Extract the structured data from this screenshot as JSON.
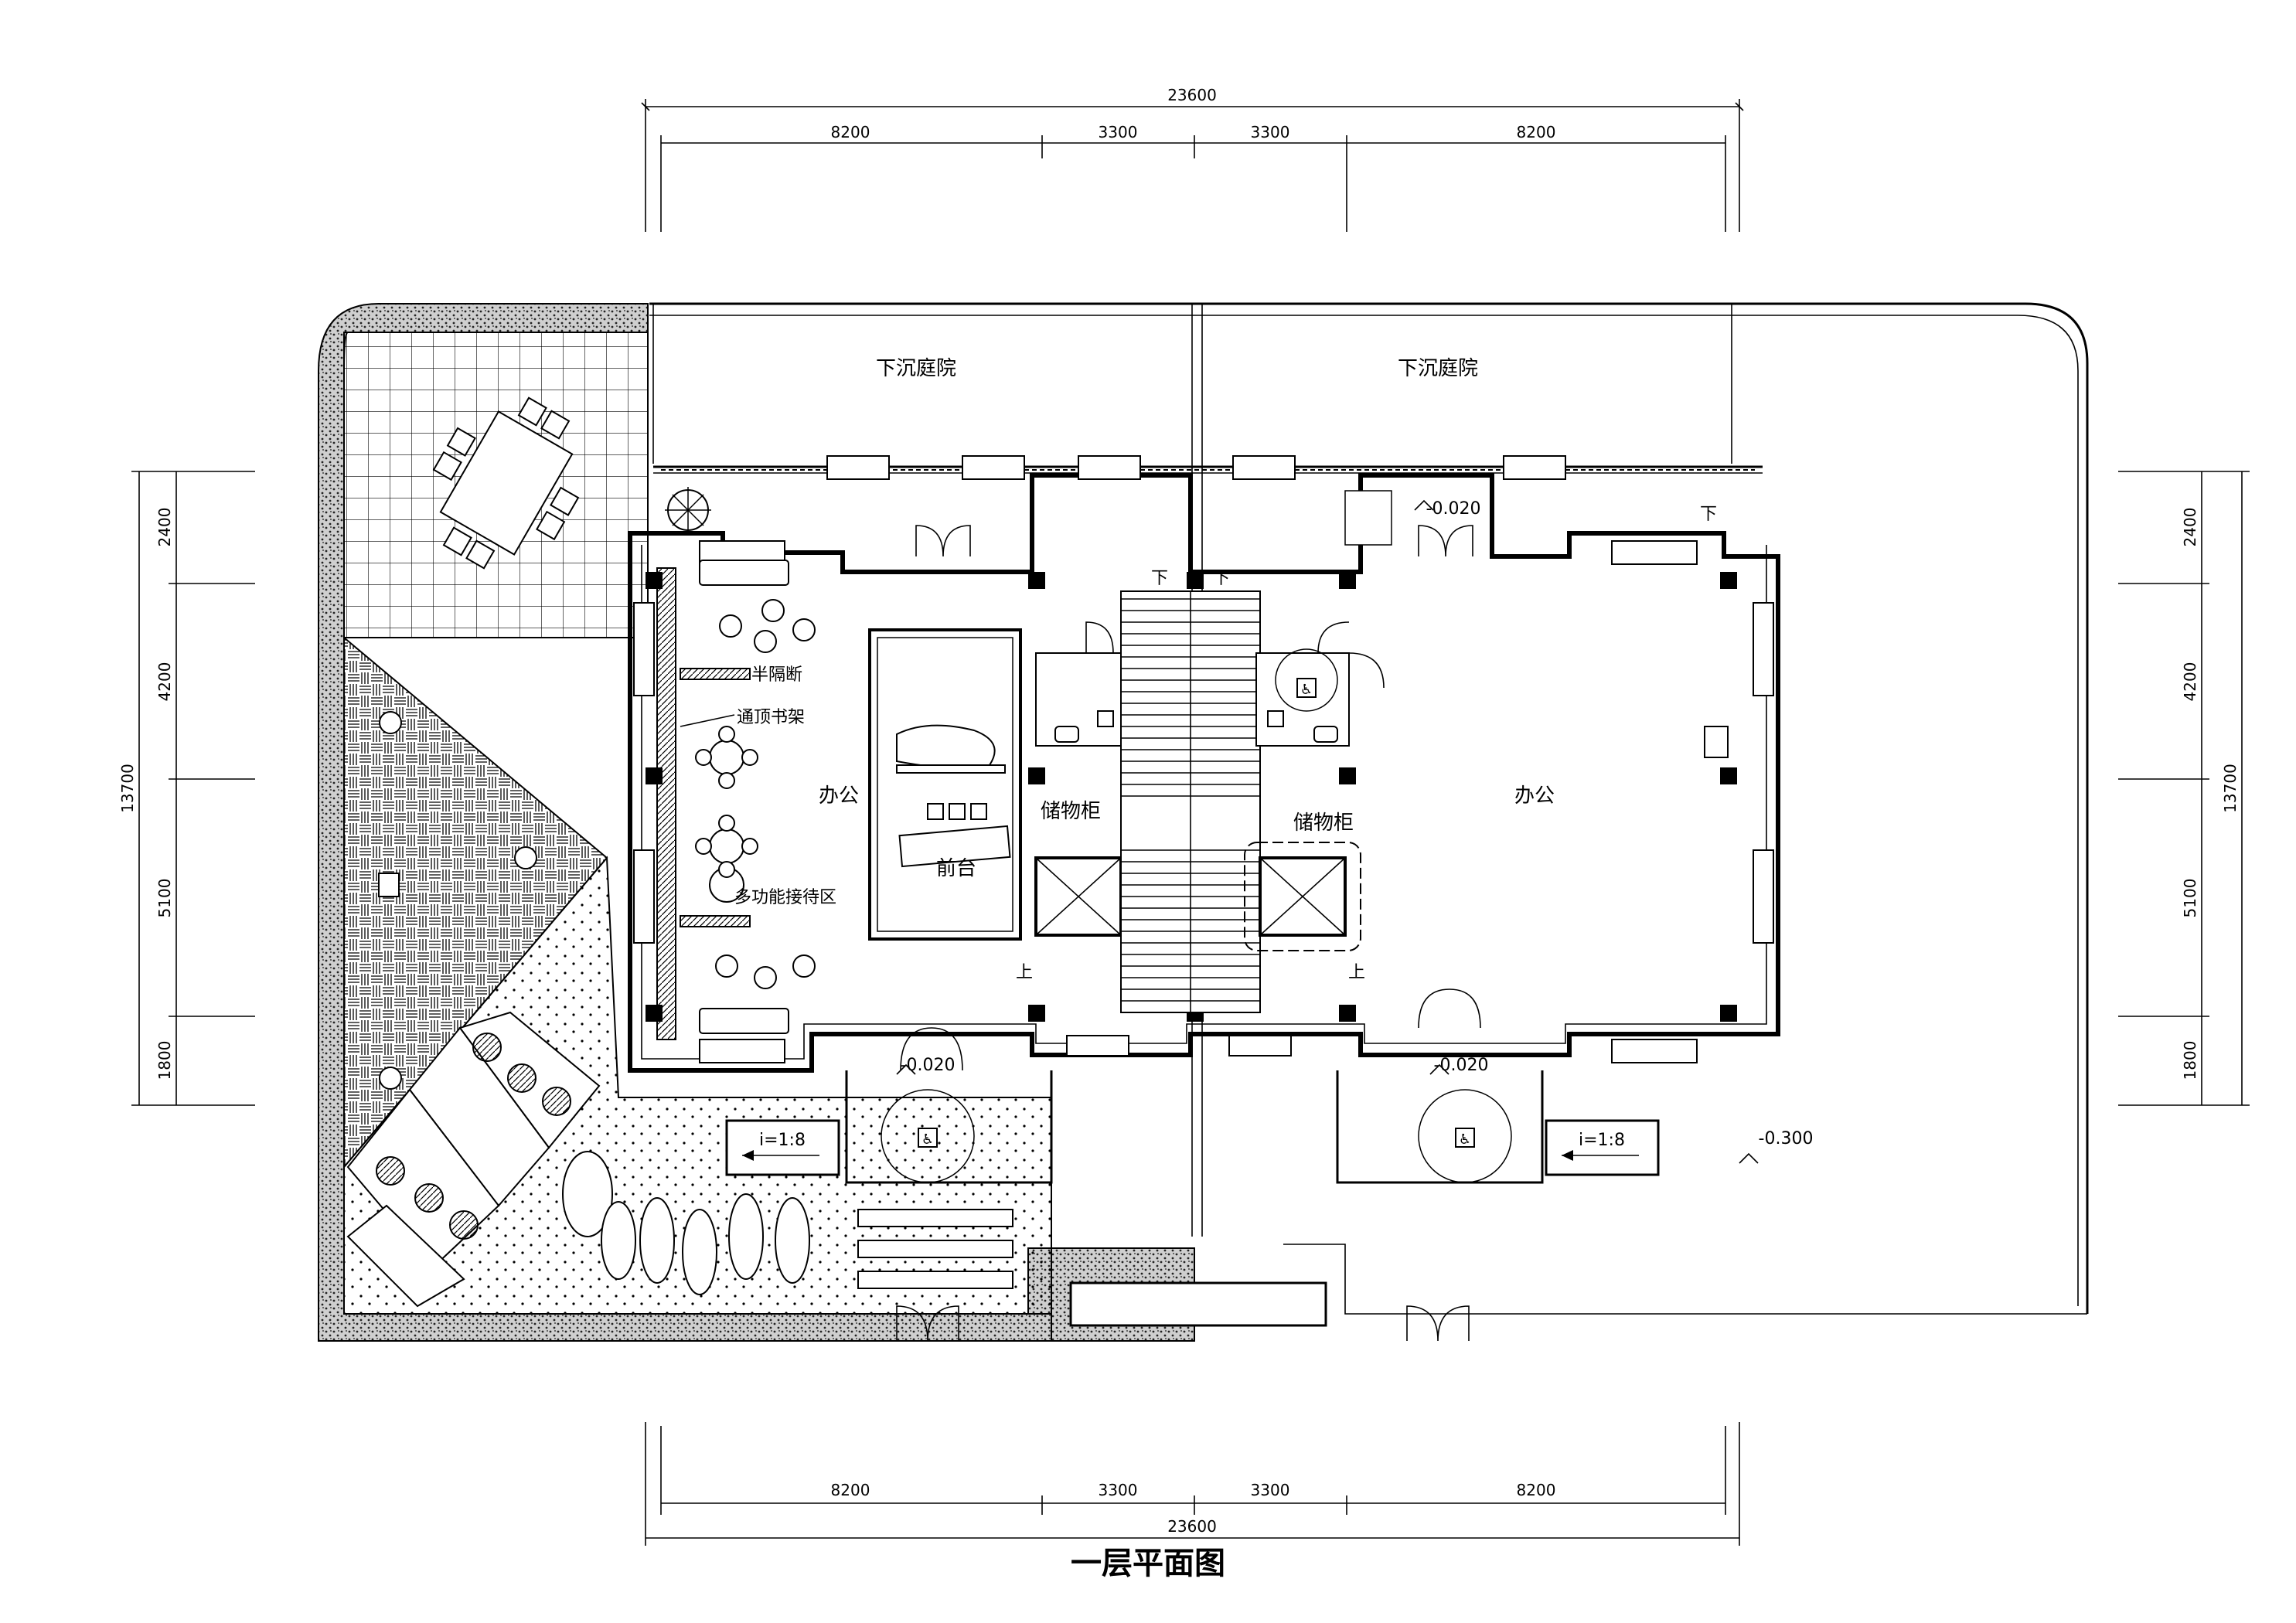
{
  "title": "一层平面图",
  "dimensions": {
    "overall": "23600",
    "segments": [
      "8200",
      "3300",
      "3300",
      "8200"
    ],
    "vertical_total": "13700",
    "vertical_segments": [
      "2400",
      "4200",
      "5100",
      "1800"
    ]
  },
  "rooms": {
    "sunken_courtyard": "下沉庭院",
    "office": "办公",
    "storage": "储物柜",
    "reception_desk": "前台",
    "multi_reception": "多功能接待区",
    "bookshelf": "通顶书架",
    "half_partition": "半隔断"
  },
  "levels": {
    "entry": "-0.020",
    "ground": "-0.300"
  },
  "ramp": "i=1:8",
  "stair_down": "下",
  "stair_up": "上",
  "accessible_icon": "wheelchair-icon"
}
